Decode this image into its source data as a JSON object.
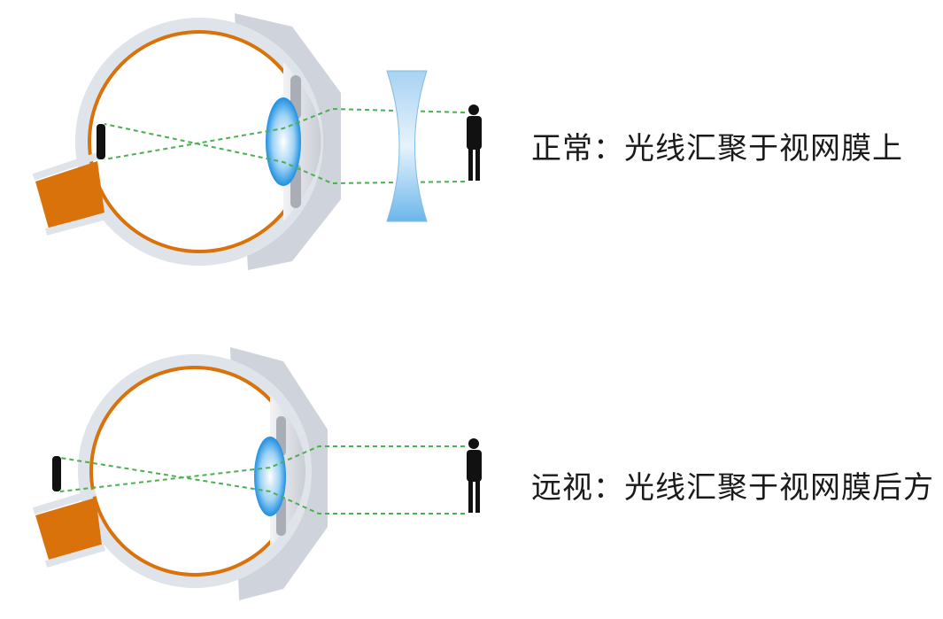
{
  "diagram": {
    "panels": [
      {
        "id": "normal",
        "caption": "正常：光线汇聚于视网膜上",
        "corrective_lens": "concave-lens",
        "focus": "on-retina"
      },
      {
        "id": "hyperopia",
        "caption": "远视：光线汇聚于视网膜后方",
        "corrective_lens": null,
        "focus": "behind-retina"
      }
    ],
    "colors": {
      "sclera": "#d9dde6",
      "retina": "#d9720a",
      "optic_nerve": "#d9720a",
      "lens": "#4aa8e8",
      "ray": "#4caf50",
      "figure": "#111111",
      "text": "#1a1a1a"
    }
  }
}
